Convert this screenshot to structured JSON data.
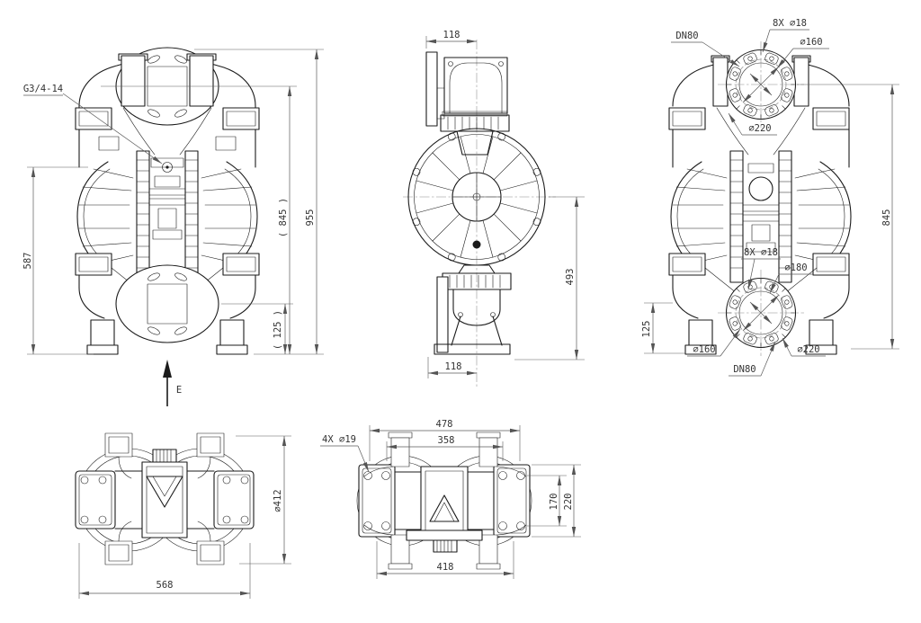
{
  "colors": {
    "background": "#ffffff",
    "outline": "#1b1b1b",
    "dimension": "#5a5a5a",
    "text": "#333333"
  },
  "views": {
    "front": {
      "labels": {
        "air_inlet_thread": "G3/4-14",
        "view_direction": "E"
      },
      "dims": {
        "upper_port_to_base": "587",
        "inlet_center_to_base_ref": "( 845 )",
        "overall_height": "955",
        "lower_port_to_base_ref": "( 125 )"
      }
    },
    "side": {
      "dims": {
        "top_flange_offset": "118",
        "bottom_flange_offset": "118",
        "center_to_base": "493"
      }
    },
    "rear": {
      "top_flange": {
        "nominal_bore": "DN80",
        "bolt_holes": "8X ∅18",
        "bolt_circle": "∅160",
        "outer_diameter": "∅220"
      },
      "bottom_flange": {
        "bolt_holes": "8X ∅18",
        "raised_face": "∅180",
        "bolt_circle": "∅160",
        "outer_diameter": "∅220",
        "nominal_bore": "DN80"
      },
      "dims": {
        "lower_port_to_base": "125",
        "inlet_center_to_base": "845"
      }
    },
    "top": {
      "dims": {
        "body_diameter": "∅412",
        "overall_width": "568"
      }
    },
    "bottom": {
      "labels": {
        "mounting_holes": "4X ∅19"
      },
      "dims": {
        "overall_width": "478",
        "bolt_span": "358",
        "plate_bolt_spacing": "170",
        "plate_height": "220",
        "base_width": "418"
      }
    }
  }
}
